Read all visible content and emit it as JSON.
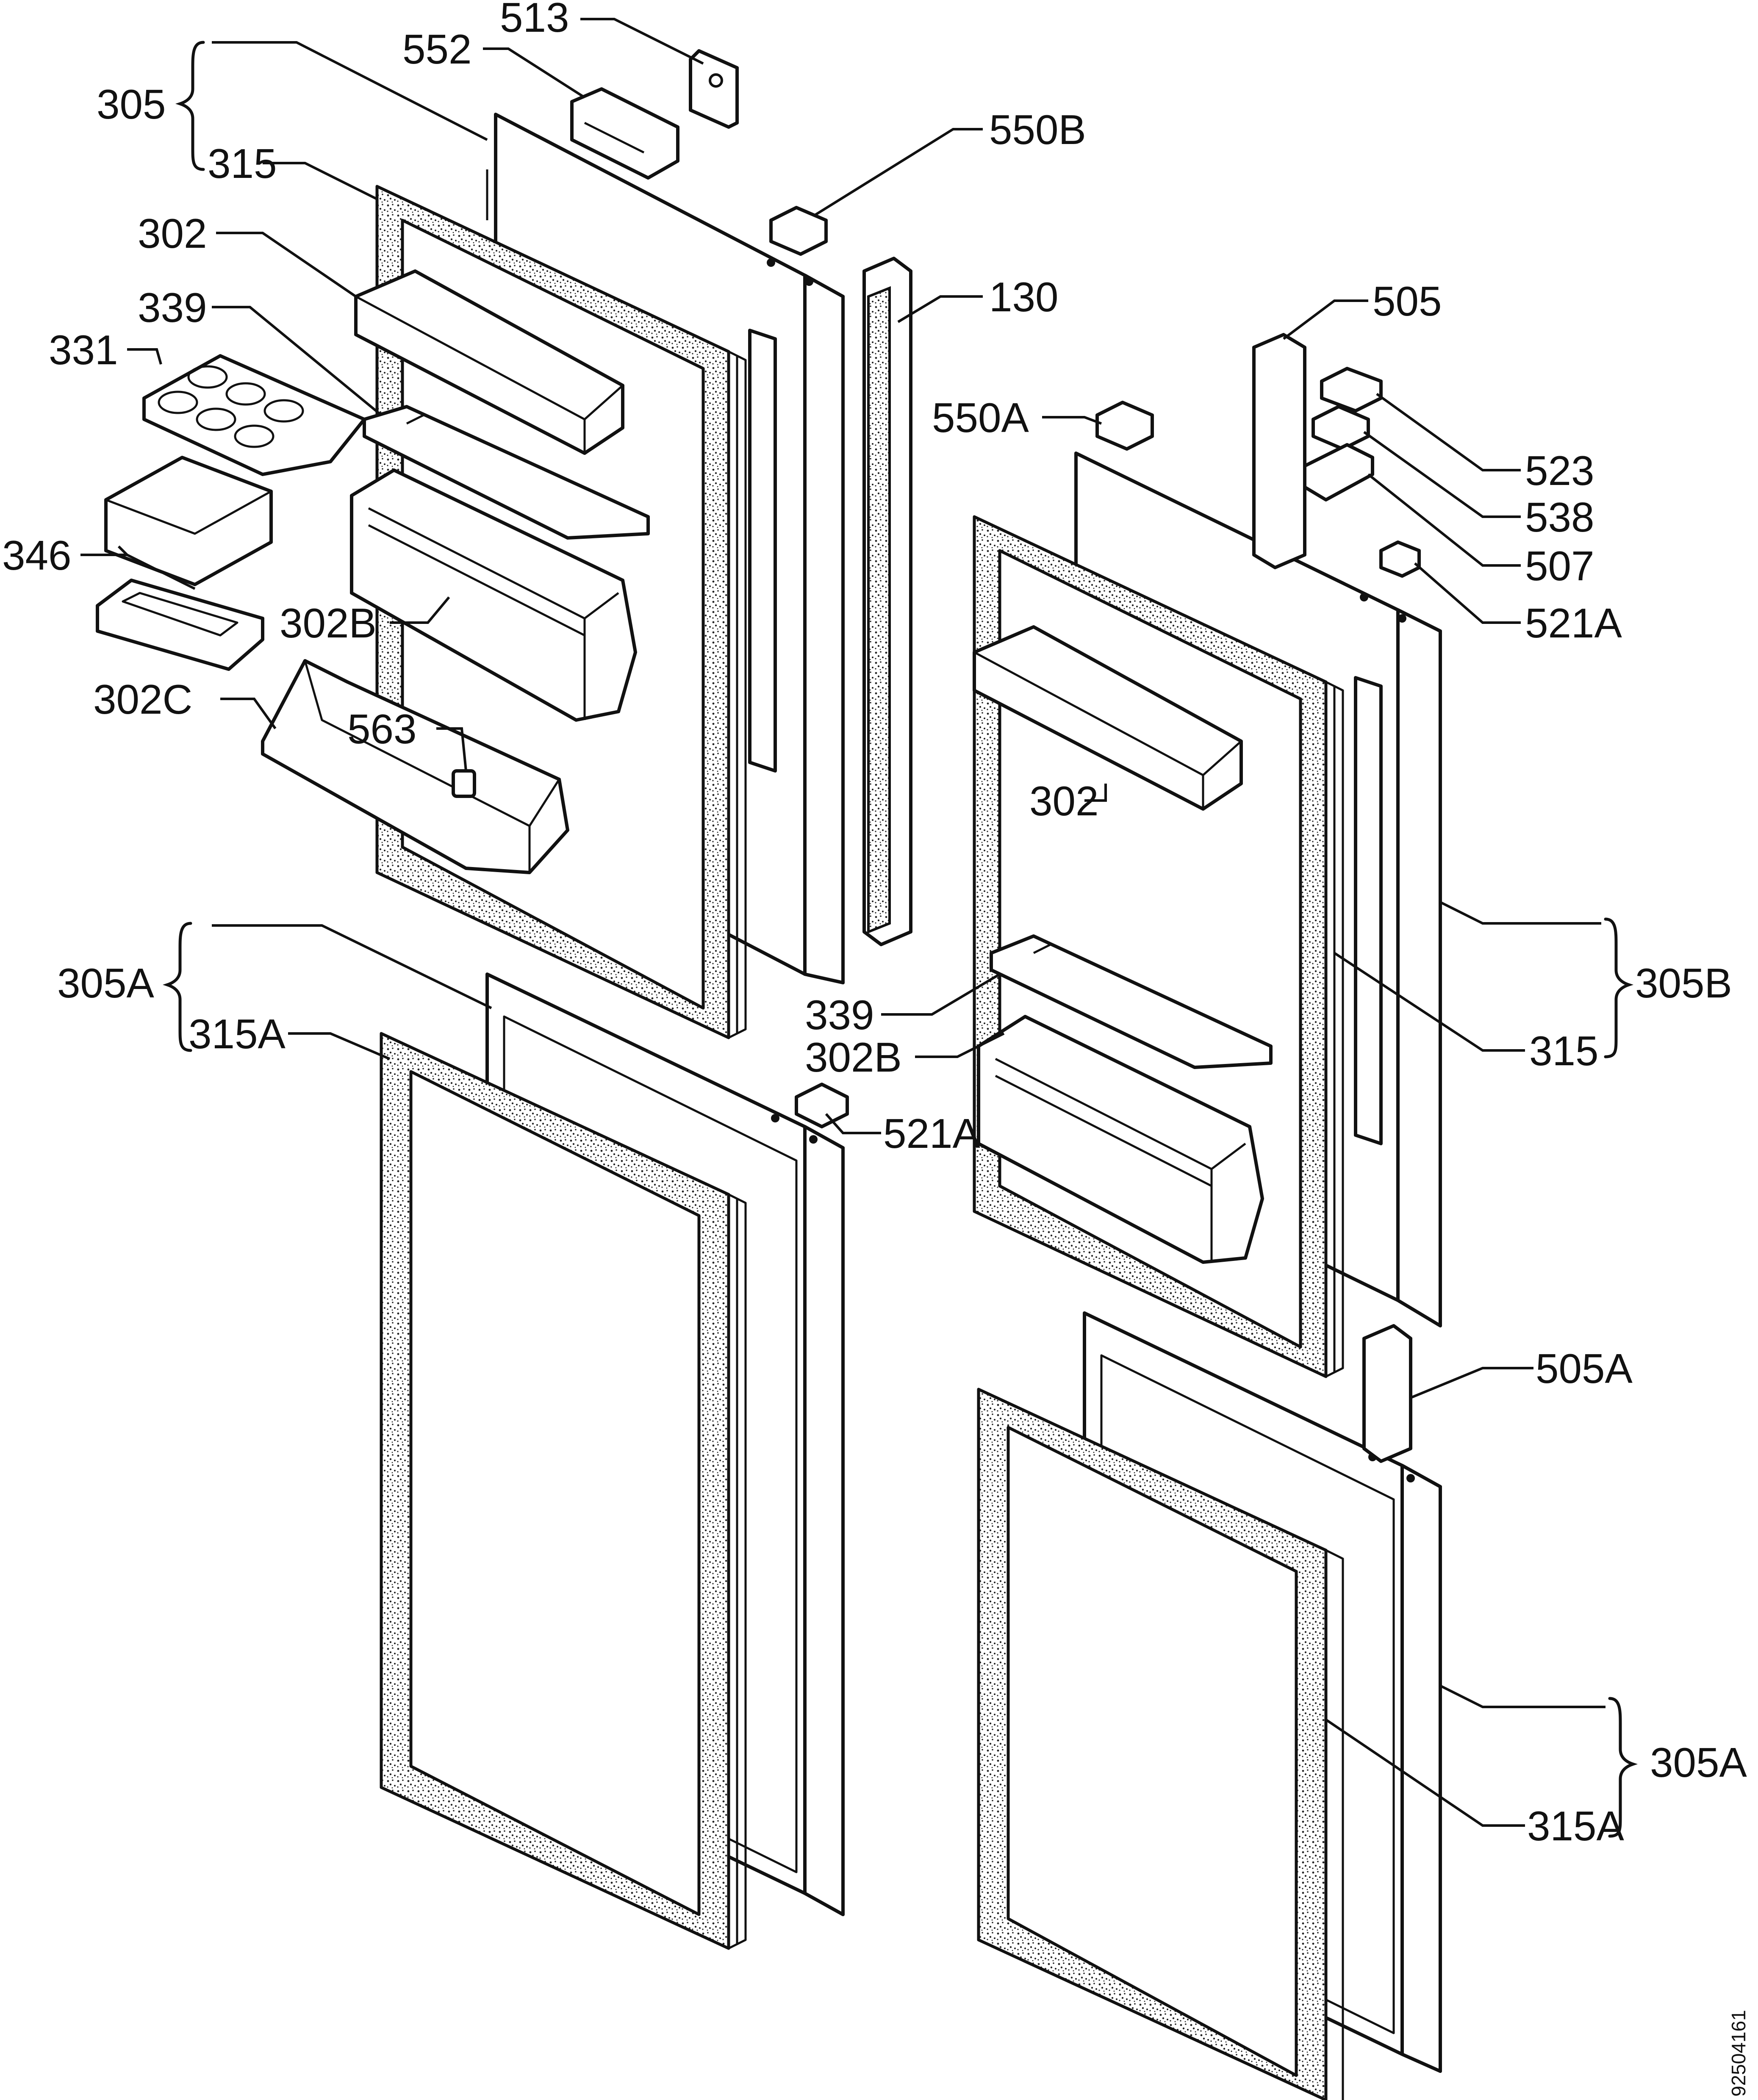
{
  "diagram": {
    "drawing_number": "92504161",
    "labels": {
      "l513": "513",
      "l552": "552",
      "l305_top": "305",
      "l315_top": "315",
      "l550B": "550B",
      "l302_top": "302",
      "l130": "130",
      "l505": "505",
      "l339_left": "339",
      "l331": "331",
      "l550A": "550A",
      "l523": "523",
      "l538": "538",
      "l346": "346",
      "l507": "507",
      "l521A_top": "521A",
      "l302B_left": "302B",
      "l302C": "302C",
      "l563": "563",
      "l302_right": "302",
      "l305A_left": "305A",
      "l315A_left": "315A",
      "l305B": "305B",
      "l339_right": "339",
      "l302B_right": "302B",
      "l315_right": "315",
      "l521A_mid": "521A",
      "l505A": "505A",
      "l305A_right": "305A",
      "l315A_right": "315A"
    }
  }
}
